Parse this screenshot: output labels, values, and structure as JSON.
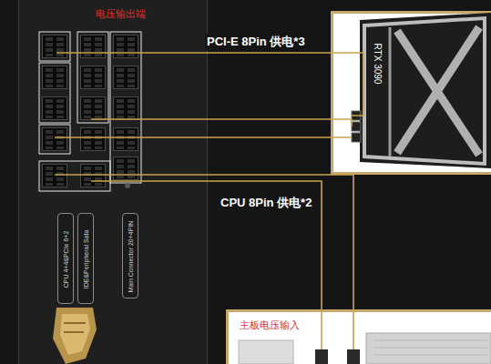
{
  "diagram": {
    "nodes": [
      {
        "text": [
          "电压输出端"
        ]
      },
      {
        "text": [
          "RTX 3090"
        ]
      },
      {
        "text": [
          "主板电压输入"
        ]
      },
      {
        "text": [
          "CPU 4+4&PCIe 6+2"
        ],
        "in": 0
      },
      {
        "text": [
          "IDE&Peripheral Sata"
        ],
        "in": 0
      },
      {
        "text": [
          "Main Connector 20+4PIN"
        ],
        "in": 0
      }
    ],
    "edges": [
      {
        "from": 0,
        "to": 1,
        "arrow": "none",
        "label": "PCI-E 8Pin 供电*3"
      },
      {
        "from": 0,
        "to": 2,
        "arrow": "none",
        "label": "CPU 8Pin 供电*2"
      }
    ]
  }
}
